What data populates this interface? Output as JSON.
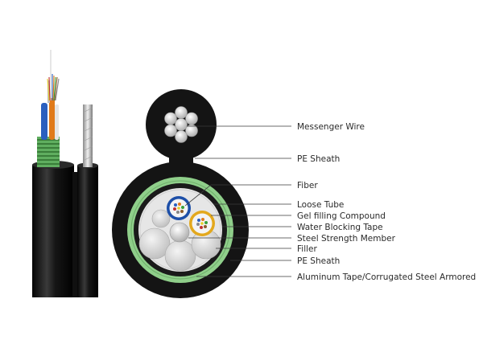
{
  "diagram": {
    "labels": [
      {
        "key": "messenger_wire",
        "text": "Messenger Wire"
      },
      {
        "key": "pe_sheath_top",
        "text": "PE Sheath"
      },
      {
        "key": "fiber",
        "text": "Fiber"
      },
      {
        "key": "loose_tube",
        "text": "Loose Tube"
      },
      {
        "key": "gel_filling",
        "text": "Gel filling Compound"
      },
      {
        "key": "water_blocking",
        "text": "Water Blocking Tape"
      },
      {
        "key": "steel_member",
        "text": "Steel Strength Member"
      },
      {
        "key": "filler",
        "text": "Filler"
      },
      {
        "key": "pe_sheath_outer",
        "text": "PE Sheath"
      },
      {
        "key": "armor",
        "text": "Aluminum Tape/Corrugated Steel Armored"
      }
    ],
    "colors": {
      "jacket": "#141414",
      "armor_green": "#8fcf8a",
      "loose_tube_blue": "#1d4fa8",
      "loose_tube_yellow": "#e3a81d",
      "filler_gray": "#c9c9c9",
      "wire_silver": "#d9d9d9"
    }
  }
}
